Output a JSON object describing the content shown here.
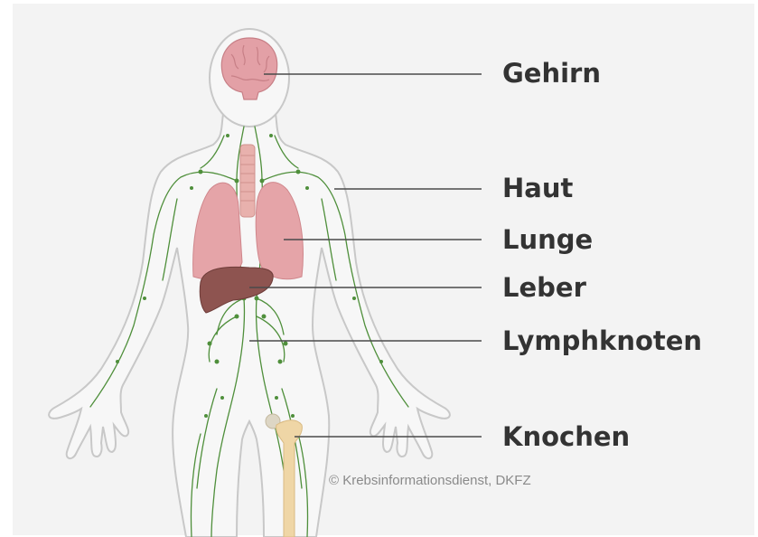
{
  "labels": {
    "brain": "Gehirn",
    "skin": "Haut",
    "lung": "Lunge",
    "liver": "Leber",
    "lymph_nodes": "Lymphknoten",
    "bone": "Knochen"
  },
  "copyright": "© Krebsinformationsdienst, DKFZ",
  "colors": {
    "background": "#f3f3f3",
    "body_fill": "#f7f7f7",
    "body_outline": "#c8c8c8",
    "brain": "#e3a0a6",
    "lung": "#e5a4a8",
    "liver": "#8e5450",
    "lymph_vessels": "#4f8f3b",
    "bone": "#efd6a6",
    "trachea": "#e8b1ad",
    "leader_line": "#4a4a4a",
    "label_text": "#333333"
  }
}
